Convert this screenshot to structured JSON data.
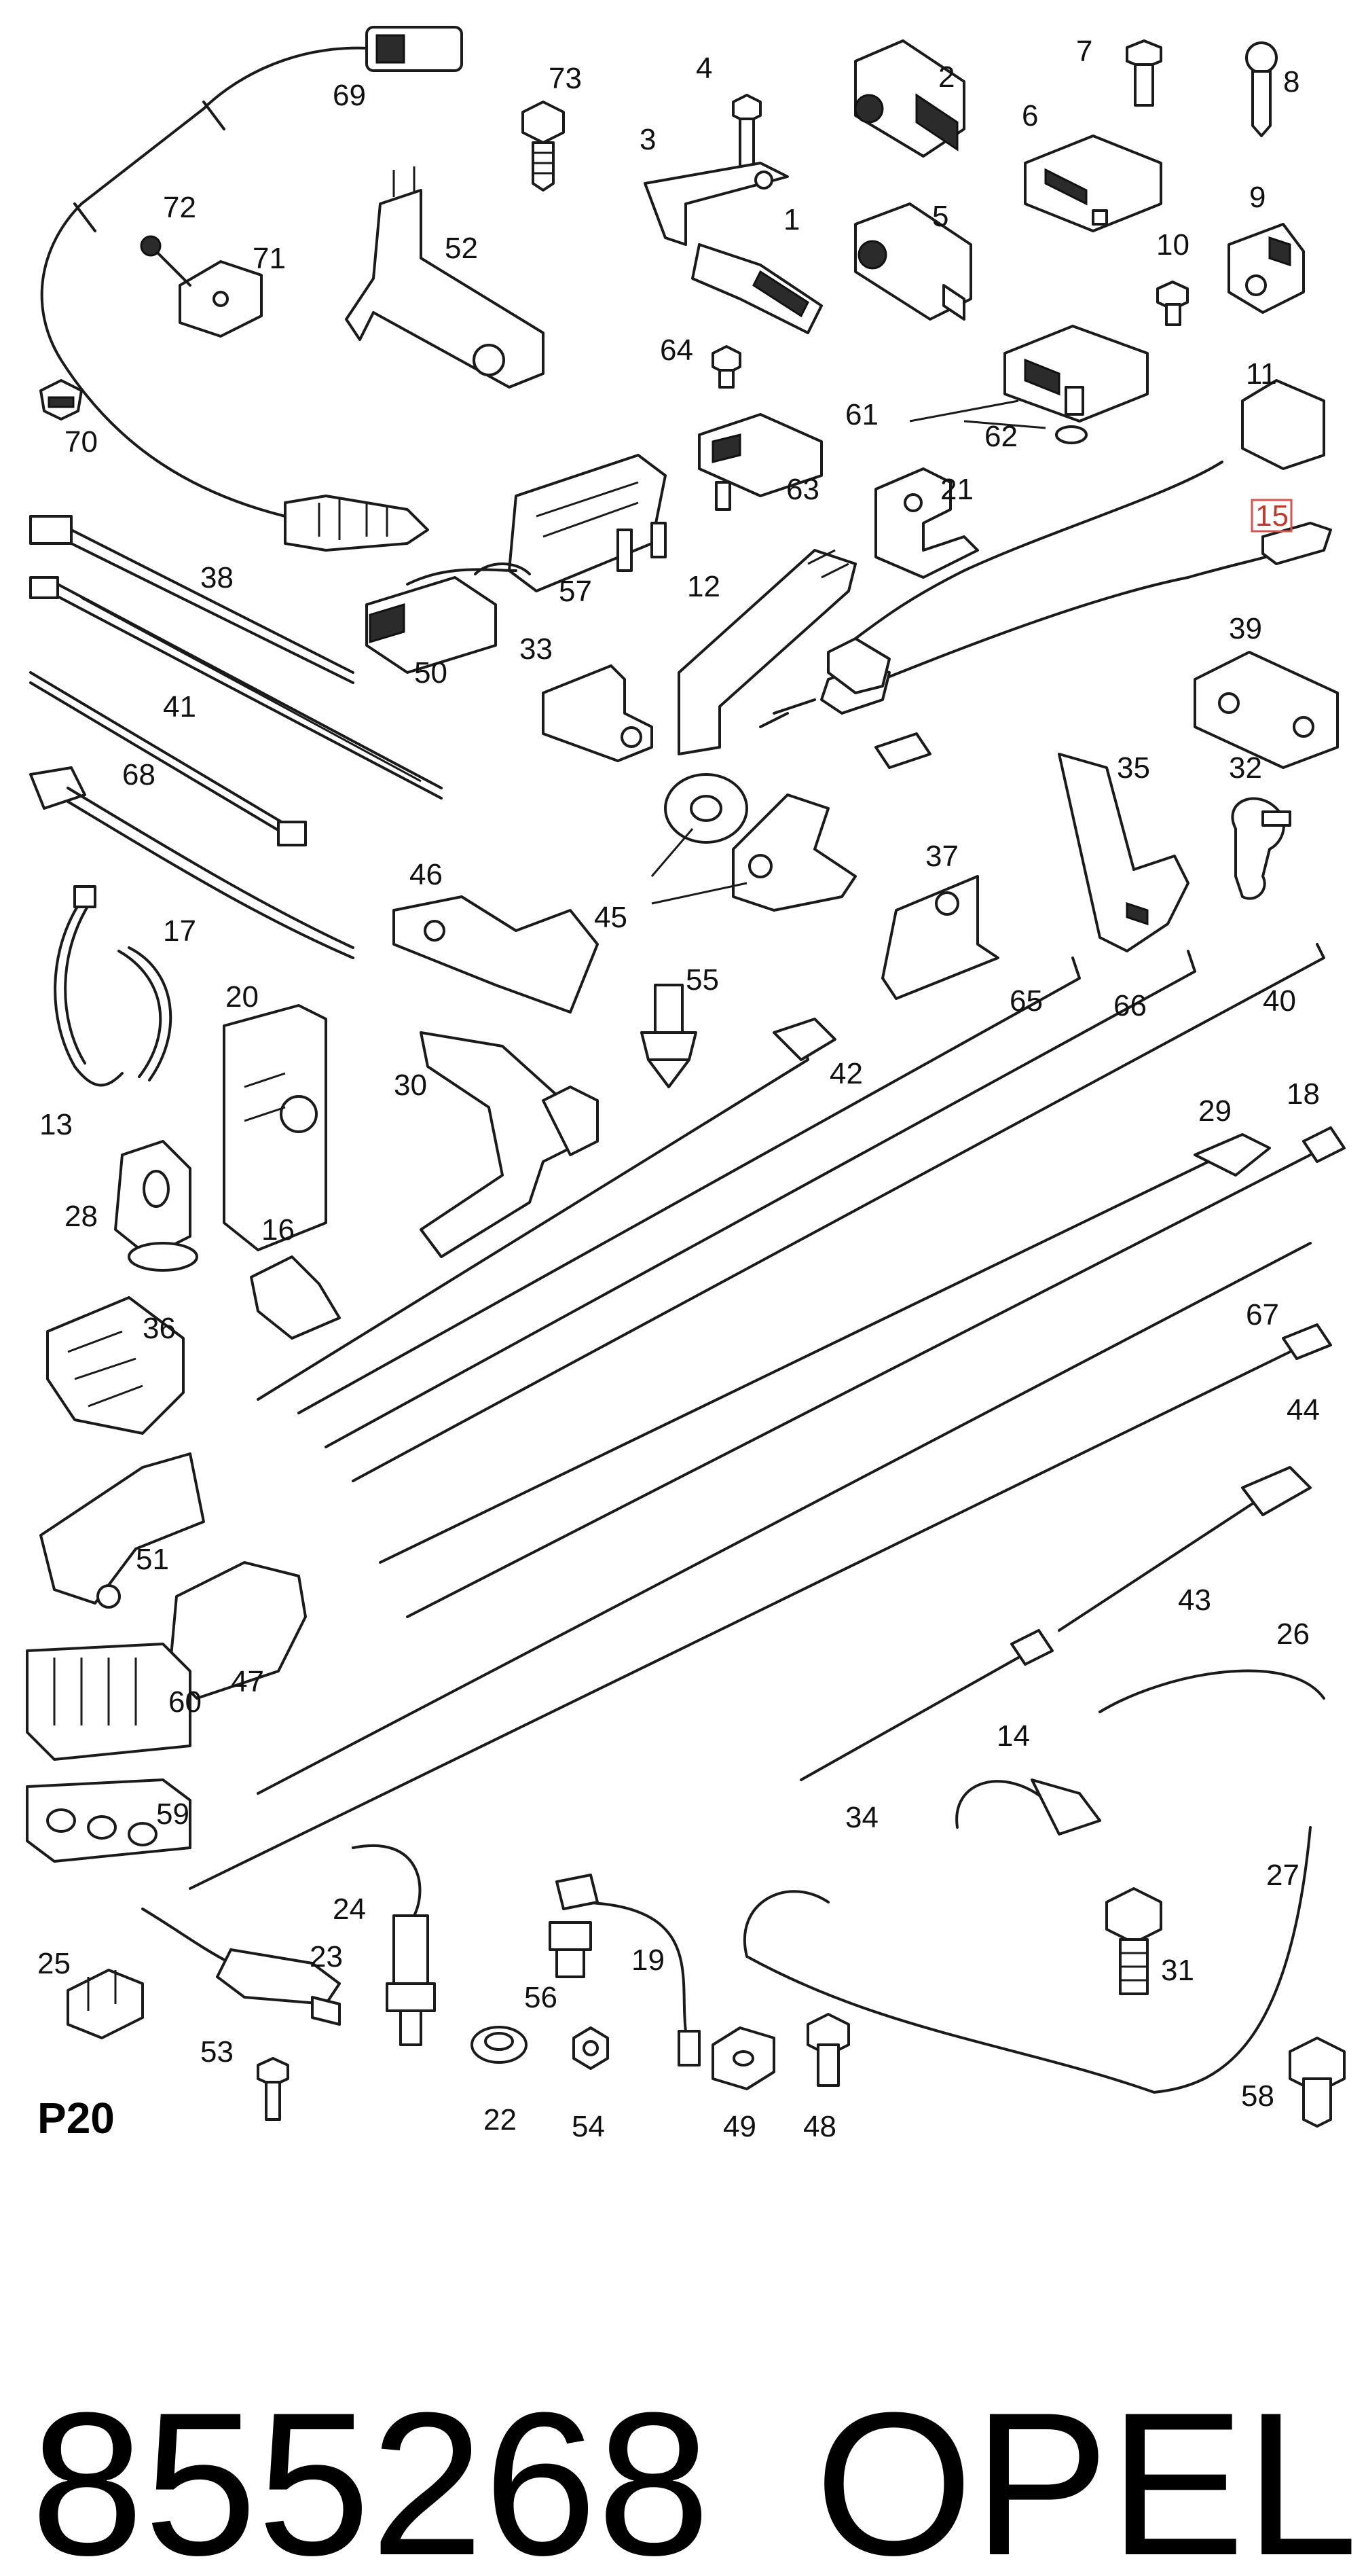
{
  "diagram": {
    "page_code": "P20",
    "part_number": "855268",
    "brand": "OPEL",
    "highlighted_callout": "15",
    "callouts": [
      "1",
      "2",
      "3",
      "4",
      "5",
      "6",
      "7",
      "8",
      "9",
      "10",
      "11",
      "12",
      "13",
      "14",
      "15",
      "16",
      "17",
      "18",
      "19",
      "20",
      "21",
      "22",
      "23",
      "24",
      "25",
      "26",
      "27",
      "28",
      "29",
      "30",
      "31",
      "32",
      "33",
      "34",
      "35",
      "36",
      "37",
      "38",
      "39",
      "40",
      "41",
      "42",
      "43",
      "44",
      "45",
      "47",
      "46",
      "48",
      "49",
      "50",
      "51",
      "52",
      "53",
      "54",
      "55",
      "56",
      "57",
      "58",
      "59",
      "60",
      "61",
      "62",
      "63",
      "64",
      "65",
      "66",
      "67",
      "68",
      "69",
      "70",
      "71",
      "72",
      "73"
    ]
  }
}
